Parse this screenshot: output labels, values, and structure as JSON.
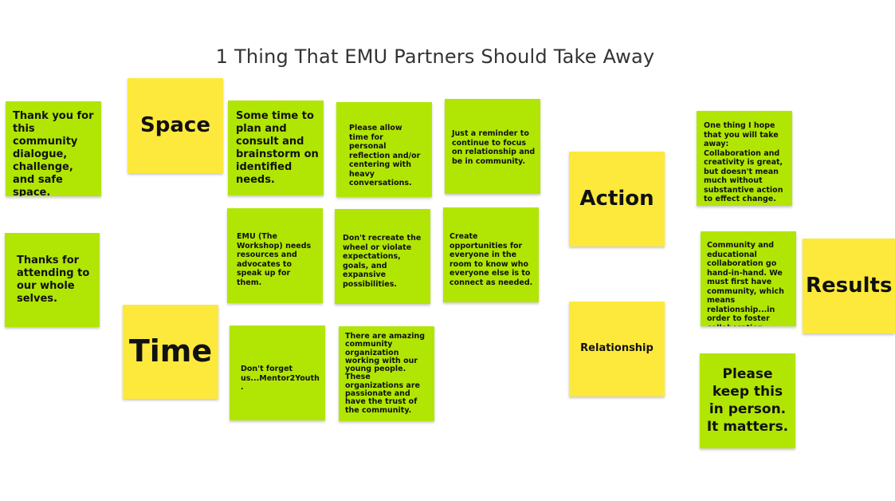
{
  "board": {
    "title": "1 Thing That EMU Partners Should Take Away",
    "notes": {
      "thank_dialogue": "Thank you for this community dialogue, challenge, and safe space.",
      "thanks_attending": "Thanks for attending to our whole selves.",
      "space": "Space",
      "time": "Time",
      "some_time": "Some time to plan and consult and brainstorm on identified needs.",
      "allow_time": "Please allow time for personal reflection and/or centering with heavy conversations.",
      "reminder": "Just a reminder to continue to focus on relationship and be in community.",
      "emu_workshop": "EMU (The Workshop) needs resources and advocates to speak up for them.",
      "dont_recreate": "Don't recreate the wheel or violate expectations, goals, and expansive possibilities.",
      "create_opportunities": "Create opportunities for everyone in the room to know who everyone else is to connect as needed.",
      "dont_forget": "Don't forget us...Mentor2Youth.",
      "amazing_orgs": "There are amazing community organization working with our young people. These organizations are passionate and have the trust of the community.",
      "action": "Action",
      "relationship": "Relationship",
      "one_thing": "One thing I hope that you will take away: Collaboration and creativity is great, but doesn't mean much without substantive action to effect change.",
      "community_edu": "Community and educational collaboration go hand-in-hand. We must first have community, which means relationship...in order to foster collaboration.",
      "results": "Results",
      "in_person": "Please keep this in person. It matters."
    }
  },
  "colors": {
    "green_note": "#b1e604",
    "yellow_note": "#fde93c",
    "title_text": "#333333"
  }
}
